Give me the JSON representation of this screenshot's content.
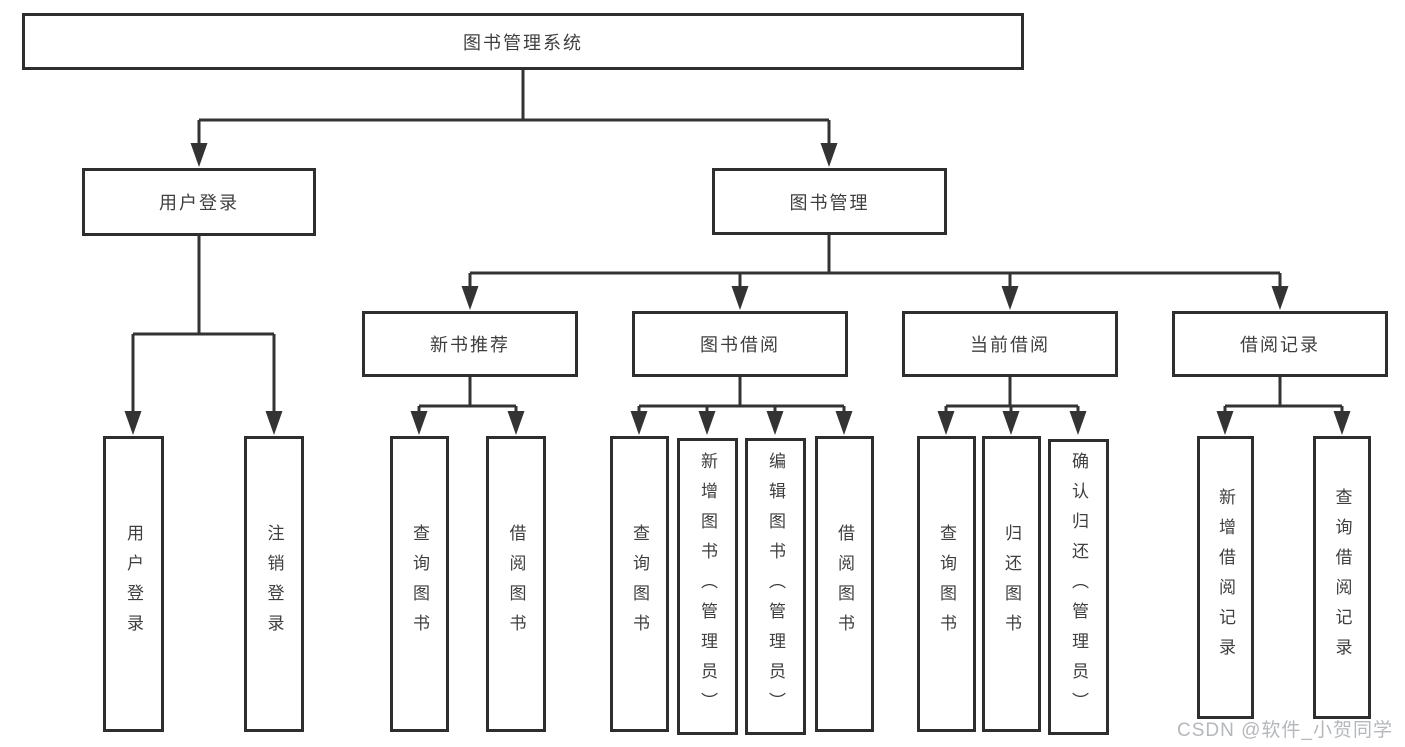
{
  "colors": {
    "background": "#ffffff",
    "line": "#333333",
    "box_border": "#2e2e2e",
    "text": "#3f3f3f",
    "watermark": "#b4b7bb"
  },
  "tree": {
    "root": {
      "label": "图书管理系统"
    },
    "branches": [
      {
        "label": "用户登录",
        "children": [
          "用户登录",
          "注销登录"
        ]
      },
      {
        "label": "图书管理",
        "sections": [
          {
            "label": "新书推荐",
            "children": [
              "查询图书",
              "借阅图书"
            ]
          },
          {
            "label": "图书借阅",
            "children": [
              "查询图书",
              "新增图书（管理员）",
              "编辑图书（管理员）",
              "借阅图书"
            ]
          },
          {
            "label": "当前借阅",
            "children": [
              "查询图书",
              "归还图书",
              "确认归还（管理员）"
            ]
          },
          {
            "label": "借阅记录",
            "children": [
              "新增借阅记录",
              "查询借阅记录"
            ]
          }
        ]
      }
    ]
  },
  "watermark": "CSDN @软件_小贺同学"
}
